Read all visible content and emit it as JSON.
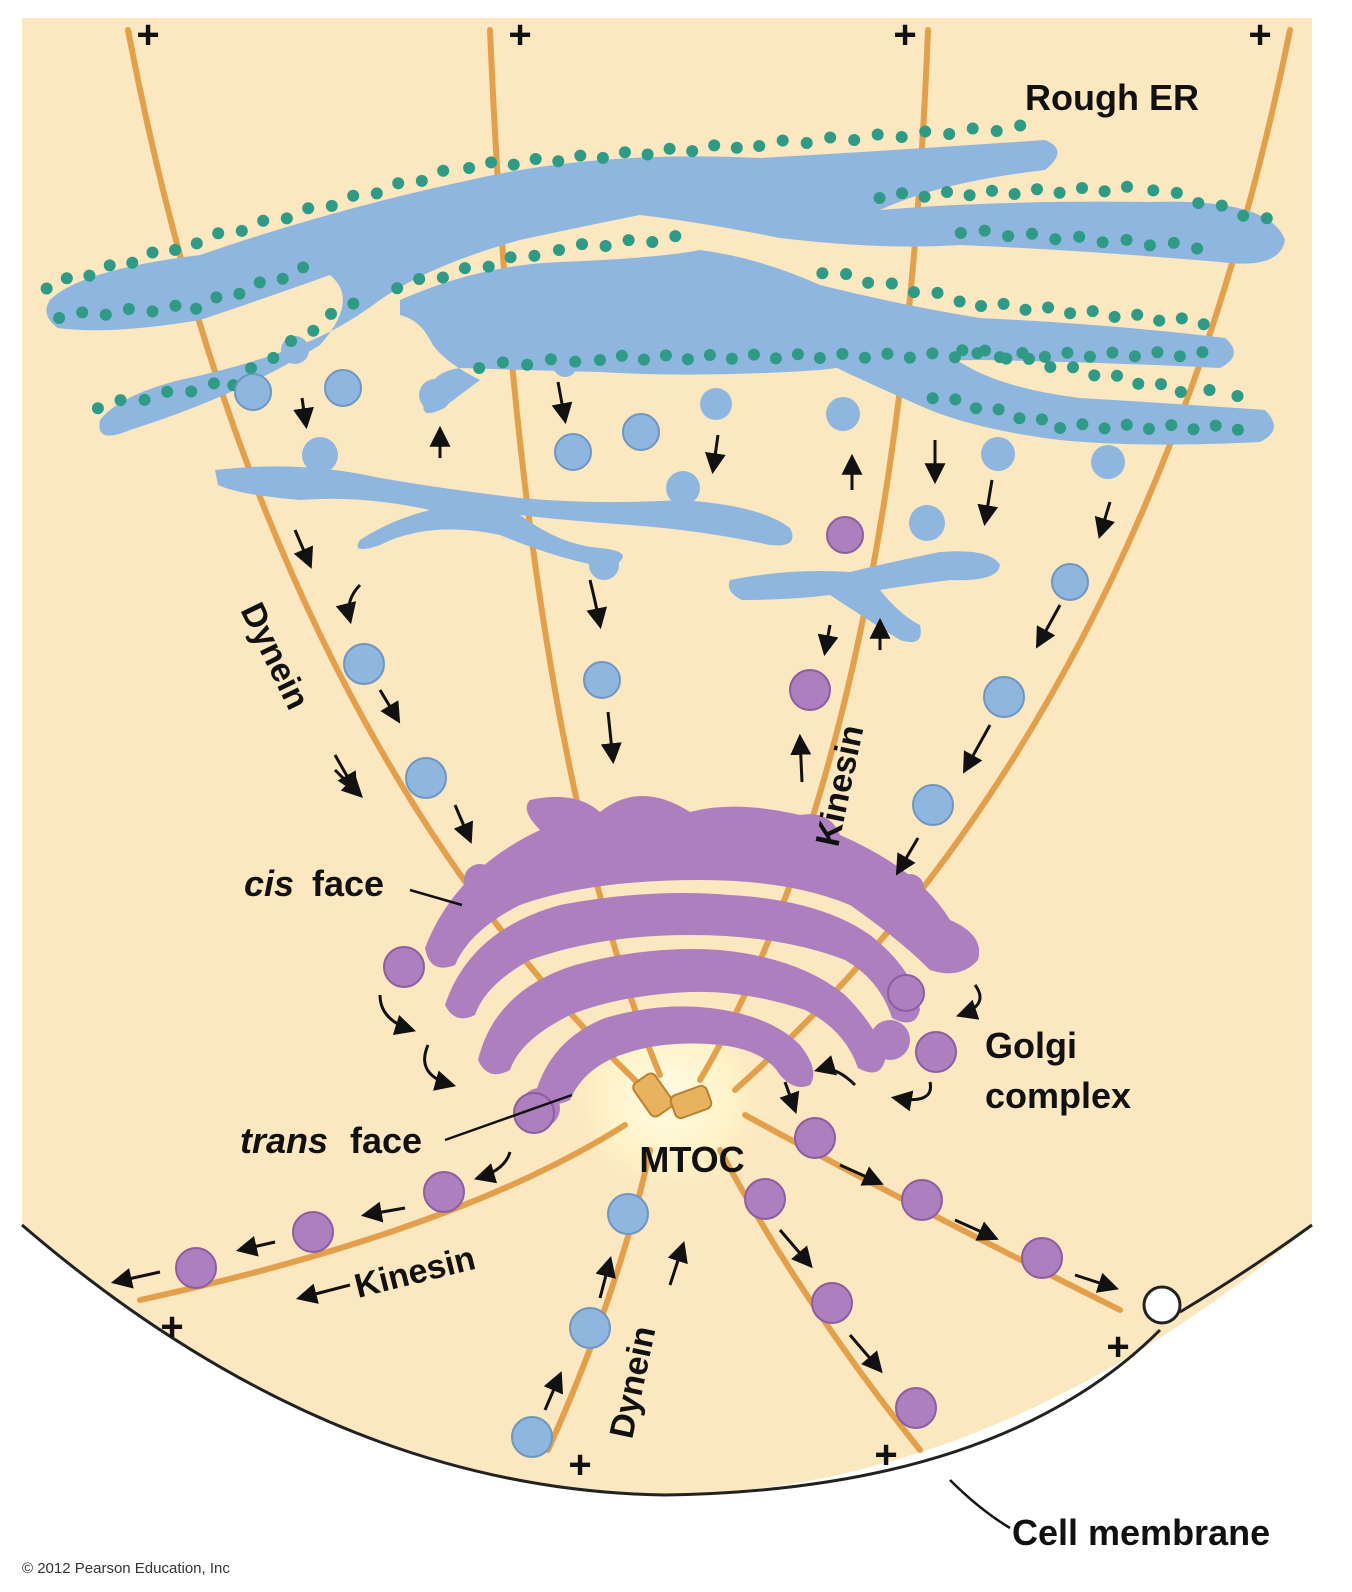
{
  "labels": {
    "rough_er": "Rough ER",
    "dynein": "Dynein",
    "kinesin": "Kinesin",
    "cis": "cis",
    "face": "face",
    "trans": "trans",
    "golgi_line1": "Golgi",
    "golgi_line2": "complex",
    "mtoc": "MTOC",
    "cell_membrane": "Cell membrane",
    "plus": "+"
  },
  "copyright": "© 2012 Pearson Education, Inc",
  "colors": {
    "cytoplasm": "#fbe7c0",
    "microtubule": "#e3a04c",
    "er": "#8fb6df",
    "ribosome": "#2f9a86",
    "golgi": "#ad7fbe",
    "mtoc_glow": "#fff6cc",
    "mtoc": "#e8b25f"
  }
}
